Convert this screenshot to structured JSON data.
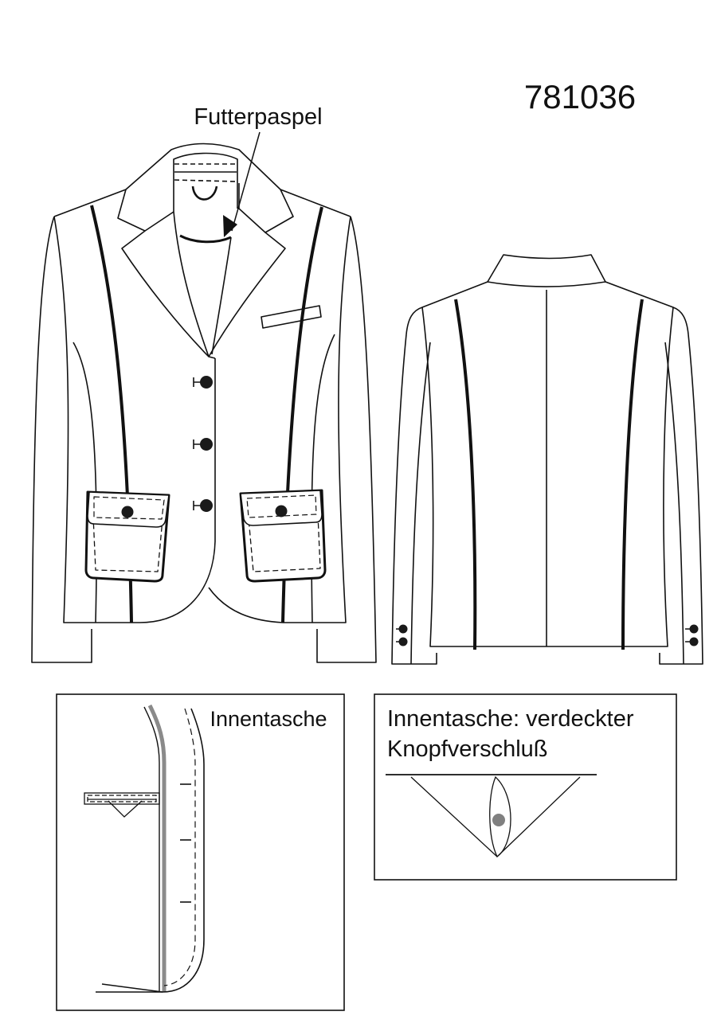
{
  "pattern_number": "781036",
  "callout_label": "Futterpaspel",
  "inset_left": {
    "title": "Innentasche"
  },
  "inset_right": {
    "title_line1": "Innentasche: verdeckter",
    "title_line2": "Knopfverschluß"
  },
  "colors": {
    "ink": "#111111",
    "piping_gray": "#8a8a8a",
    "button": "#1a1a1a",
    "hidden_button": "#808080"
  }
}
